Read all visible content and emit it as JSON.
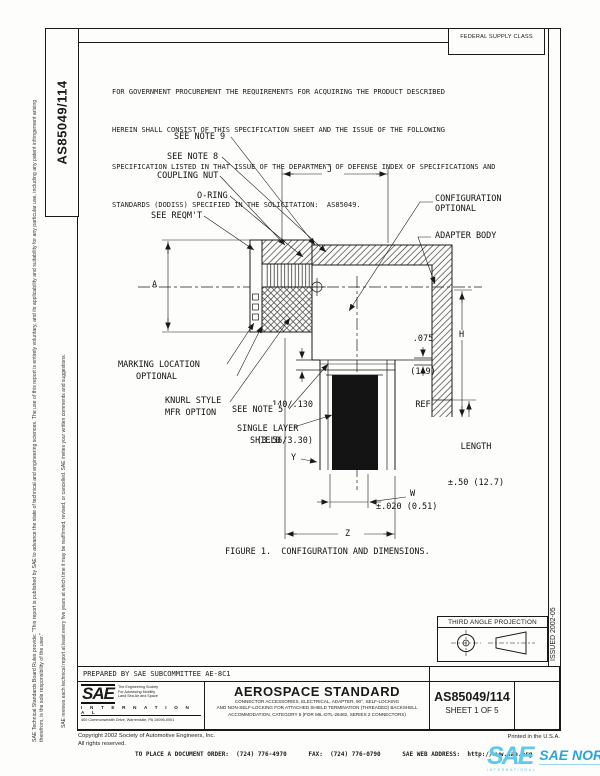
{
  "colors": {
    "ink": "#1a1a1a",
    "watermark_light": "#5ec9e8",
    "watermark_dark": "#2da4d8"
  },
  "header": {
    "part_number_tab": "AS85049/114",
    "fsc_label": "FEDERAL SUPPLY CLASS",
    "procurement_lines": [
      "FOR GOVERNMENT PROCUREMENT THE REQUIREMENTS FOR ACQUIRING THE PRODUCT DESCRIBED",
      "HEREIN SHALL CONSIST OF THIS SPECIFICATION SHEET AND THE ISSUE OF THE FOLLOWING",
      "SPECIFICATION LISTED IN THAT ISSUE OF THE DEPARTMENT OF DEFENSE INDEX OF SPECIFICATIONS AND",
      "STANDARDS (DODISS) SPECIFIED IN THE SOLICITATION:  AS85049."
    ]
  },
  "margins": {
    "disclaimer_main": "SAE Technical Standards Board Rules provide: “This report is published by SAE to advance the state of technical and engineering sciences. The use of this report is entirely voluntary, and its applicability and suitability for any particular use, including any patent infringement arising therefrom, is the sole responsibility of the user.”",
    "disclaimer_review": "SAE reviews each technical report at least every five years at which time it may be reaffirmed, revised, or cancelled. SAE invites your written comments and suggestions.",
    "issued": "ISSUED 2002-05"
  },
  "drawing": {
    "callouts": {
      "see_note_9": "SEE NOTE 9",
      "see_note_8": "SEE NOTE 8",
      "coupling_nut": "COUPLING NUT",
      "o_ring": "O-RING",
      "see_reqmt": "SEE REQM'T",
      "configuration_line1": "CONFIGURATION",
      "configuration_line2": "OPTIONAL",
      "adapter_body": "ADAPTER BODY",
      "marking_line1": "MARKING LOCATION",
      "marking_line2": "OPTIONAL",
      "knurl_line1": "KNURL STYLE",
      "knurl_line2": "MFR OPTION",
      "see_note_5": "SEE NOTE 5",
      "shield_line1": "SINGLE LAYER",
      "shield_line2": "SHIELD"
    },
    "dims": {
      "a": "A",
      "j": "J",
      "h": "H",
      "y": "Y",
      "w": "W",
      "z": "Z",
      "ref075_1": ".075",
      "ref075_2": "(1.9)",
      "ref075_3": "REF",
      "ferrule_1": ".140/.130",
      "ferrule_2": "(3.56/3.30)",
      "length_1": "LENGTH",
      "length_2": "±.50 (12.7)",
      "w_tol": "±.020 (0.51)"
    },
    "figure_caption": "FIGURE 1.  CONFIGURATION AND DIMENSIONS."
  },
  "projection": {
    "label": "THIRD ANGLE PROJECTION"
  },
  "title_block": {
    "prepared_by": "PREPARED BY SAE SUBCOMMITTEE AE-8C1",
    "logo": {
      "name": "SAE",
      "tagline1": "The Engineering Society",
      "tagline2": "For Advancing Mobility",
      "tagline3": "Land Sea Air and Space",
      "international": "I N T E R N A T I O N A L",
      "address": "400 Commonwealth Drive, Warrendale, PA 15096-0001"
    },
    "doc_type": "AEROSPACE STANDARD",
    "title_lines": [
      "CONNECTOR ACCESSORIES, ELECTRICAL, ADAPTER, 90°, SELF-LOCKING",
      "AND NON-SELF-LOCKING FOR ATTACHED SHIELD TERMINATION (THREADED) BACKSHELL",
      "ACCOMMODATION, CATEGORY 5 (FOR MIL-DTL-26482, SERIES 2 CONNECTORS)"
    ],
    "doc_number": "AS85049/114",
    "sheet": "SHEET 1 OF 5"
  },
  "footer": {
    "copyright1": "Copyright 2002 Society of Automotive Engineers, Inc.",
    "copyright2": "All rights reserved.",
    "printed": "Printed in the U.S.A.",
    "order_line": "TO PLACE A DOCUMENT ORDER:  (724) 776-4970      FAX:  (724) 776-0790      SAE WEB ADDRESS:  http://www.sae.org"
  },
  "watermark": {
    "sae": "SAE",
    "norm": "SAE NORM",
    "international": "INTERNATIONAL"
  }
}
